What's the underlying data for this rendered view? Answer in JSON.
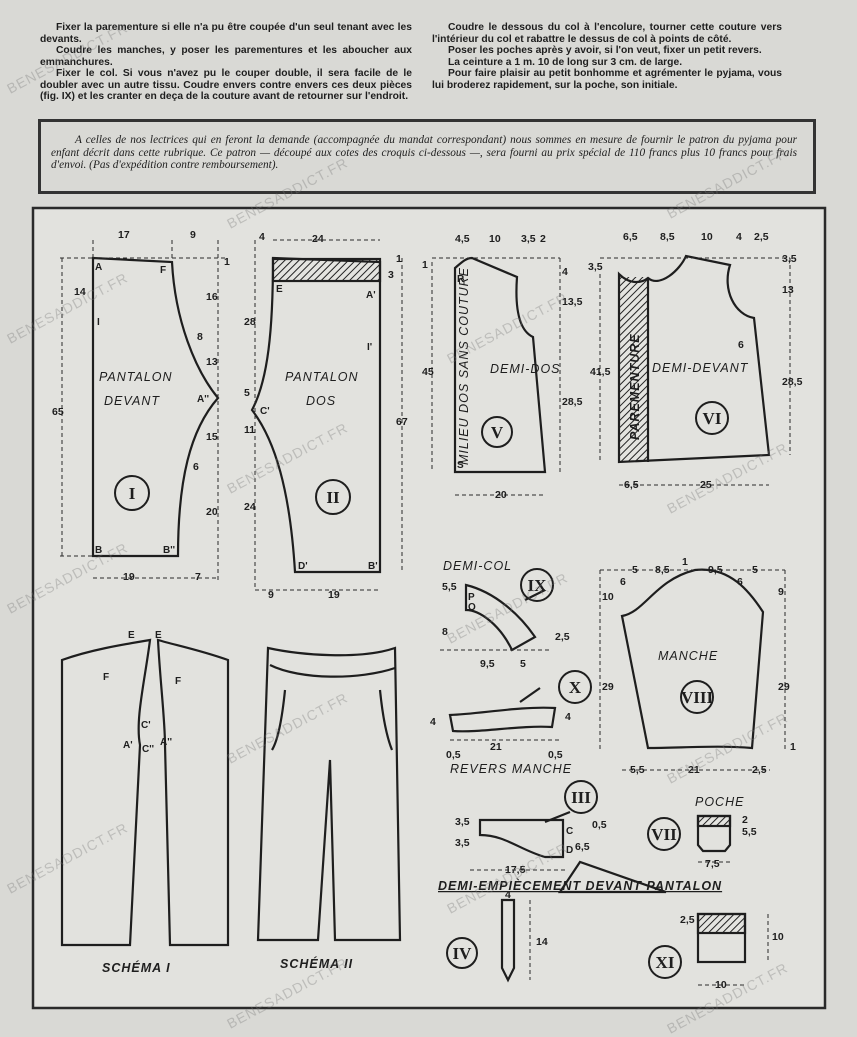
{
  "left_column": [
    "Fixer la parementure si elle n'a pu être coupée d'un seul tenant avec les devants.",
    "Coudre les manches, y poser les parementures et les aboucher aux emmanchures.",
    "Fixer le col. Si vous n'avez pu le couper double, il sera facile de le doubler avec un autre tissu. Coudre envers contre envers ces deux pièces (fig. IX) et les cranter en deça de la couture avant de retourner sur l'endroit."
  ],
  "right_column": [
    "Coudre le dessous du col à l'encolure, tourner cette couture vers l'intérieur du col et rabattre le dessus de col à points de côté.",
    "Poser les poches après y avoir, si l'on veut, fixer un petit revers.",
    "La ceinture a 1 m. 10 de long sur 3 cm. de large.",
    "Pour faire plaisir au petit bonhomme et agrémenter le pyjama, vous lui broderez rapidement, sur la poche, son initiale."
  ],
  "notice": "A celles de nos lectrices qui en feront la demande (accompagnée du mandat correspondant) nous sommes en mesure de fournir le patron du pyjama pour enfant décrit dans cette rubrique. Ce patron — découpé aux cotes des croquis ci-dessous —, sera fourni au prix spécial de 110 francs plus 10 francs pour frais d'envoi. (Pas d'expédition contre remboursement).",
  "watermark": "BENESADDICT.FR",
  "figures": {
    "I": {
      "number": "I",
      "title1": "PANTALON",
      "title2": "DEVANT",
      "points": [
        "A",
        "F",
        "I",
        "A''",
        "B",
        "B''"
      ],
      "dims": [
        "17",
        "9",
        "1",
        "14",
        "16",
        "8",
        "13",
        "65",
        "15",
        "6",
        "20",
        "19",
        "7"
      ]
    },
    "II": {
      "number": "II",
      "title1": "PANTALON",
      "title2": "DOS",
      "points": [
        "E",
        "A'",
        "I'",
        "C'",
        "D'",
        "B'"
      ],
      "dims": [
        "4",
        "24",
        "1",
        "3",
        "28",
        "5",
        "11",
        "67",
        "24",
        "9",
        "19"
      ]
    },
    "V": {
      "number": "V",
      "title": "DEMI-DOS",
      "side_text": "MILIEU DOS SANS COUTURE",
      "points": [
        "R",
        "S"
      ],
      "dims": [
        "4,5",
        "10",
        "3,5",
        "2",
        "1",
        "4",
        "13,5",
        "45",
        "28,5",
        "20"
      ]
    },
    "VI": {
      "number": "VI",
      "title": "DEMI-DEVANT",
      "facing": "PAREMENTURE",
      "dims": [
        "6,5",
        "8,5",
        "10",
        "4",
        "2,5",
        "3,5",
        "3,5",
        "13",
        "41,5",
        "6",
        "28,5",
        "6,5",
        "25"
      ]
    },
    "IX": {
      "number": "IX",
      "title": "DEMI-COL",
      "points": [
        "P",
        "Q"
      ],
      "dims": [
        "5,5",
        "8",
        "2,5",
        "9,5",
        "5"
      ]
    },
    "X": {
      "number": "X",
      "title": "REVERS MANCHE",
      "dims": [
        "4",
        "4",
        "21",
        "0,5",
        "0,5"
      ]
    },
    "VIII": {
      "number": "VIII",
      "title": "MANCHE",
      "dims": [
        "5",
        "8,5",
        "1",
        "9,5",
        "5",
        "6",
        "6",
        "10",
        "9",
        "29",
        "29",
        "1",
        "5,5",
        "21",
        "2,5"
      ]
    },
    "III": {
      "number": "III",
      "title": "DEMI-EMPIÈCEMENT DEVANT PANTALON",
      "points": [
        "C",
        "D"
      ],
      "dims": [
        "3,5",
        "3,5",
        "6,5",
        "0,5",
        "17,5"
      ]
    },
    "VII": {
      "number": "VII",
      "title": "POCHE",
      "dims": [
        "5,5",
        "2",
        "7,5"
      ]
    },
    "IV": {
      "number": "IV",
      "dims": [
        "4",
        "14"
      ]
    },
    "XI": {
      "number": "XI",
      "dims": [
        "2,5",
        "10",
        "10"
      ]
    },
    "schema1": {
      "title": "SCHÉMA I",
      "points": [
        "E",
        "E",
        "F",
        "F",
        "C'",
        "C''",
        "A'",
        "A''"
      ]
    },
    "schema2": {
      "title": "SCHÉMA II"
    }
  }
}
